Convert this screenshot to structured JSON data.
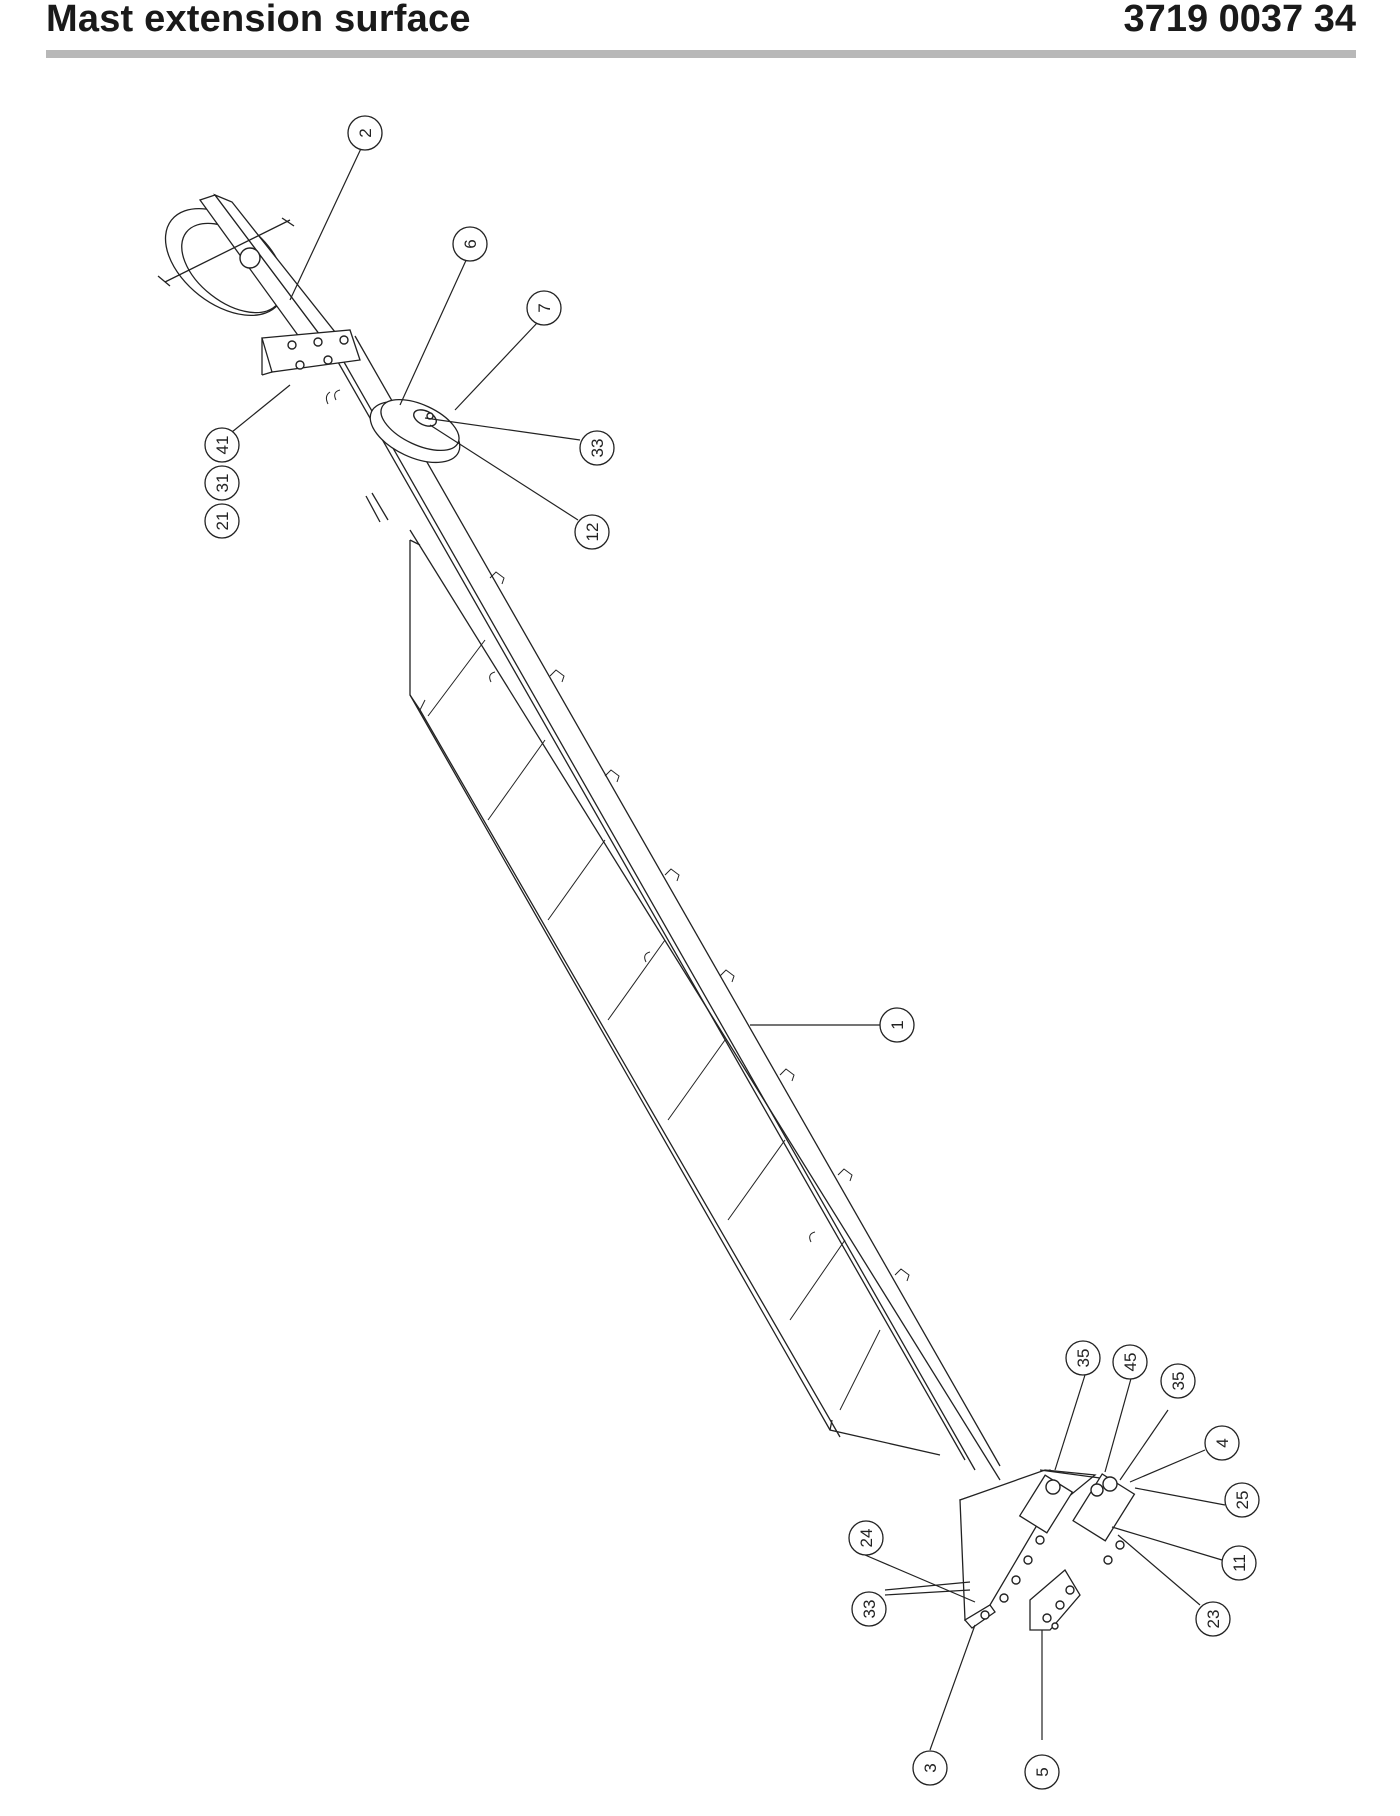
{
  "header": {
    "title": "Mast extension surface",
    "part_number": "3719 0037 34"
  },
  "balloons": [
    {
      "id": "b1",
      "label": "1"
    },
    {
      "id": "b2",
      "label": "2"
    },
    {
      "id": "b3",
      "label": "3"
    },
    {
      "id": "b4",
      "label": "4"
    },
    {
      "id": "b5",
      "label": "5"
    },
    {
      "id": "b6",
      "label": "6"
    },
    {
      "id": "b7",
      "label": "7"
    },
    {
      "id": "b11",
      "label": "11"
    },
    {
      "id": "b12",
      "label": "12"
    },
    {
      "id": "b21",
      "label": "21"
    },
    {
      "id": "b23",
      "label": "23"
    },
    {
      "id": "b24",
      "label": "24"
    },
    {
      "id": "b25",
      "label": "25"
    },
    {
      "id": "b31",
      "label": "31"
    },
    {
      "id": "b33a",
      "label": "33"
    },
    {
      "id": "b33b",
      "label": "33"
    },
    {
      "id": "b35a",
      "label": "35"
    },
    {
      "id": "b35b",
      "label": "35"
    },
    {
      "id": "b41",
      "label": "41"
    },
    {
      "id": "b45",
      "label": "45"
    }
  ]
}
